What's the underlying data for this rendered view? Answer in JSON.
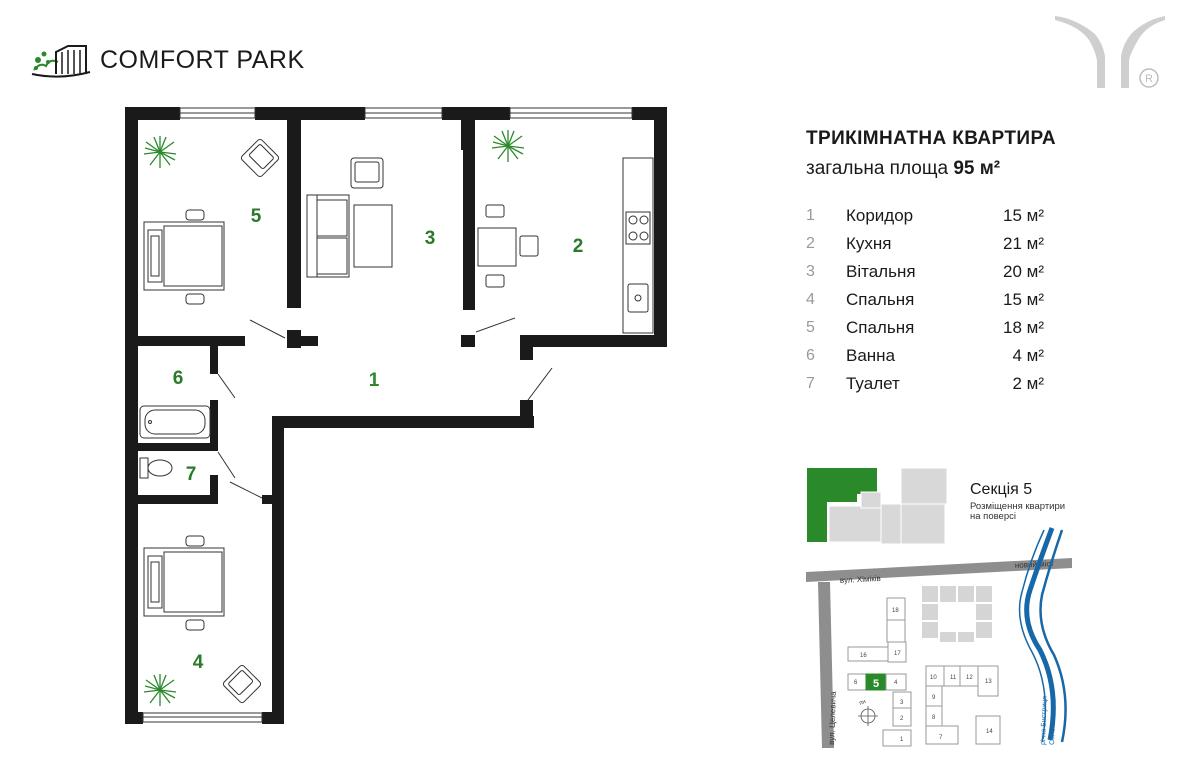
{
  "brand": {
    "name": "COMFORT PARK"
  },
  "apartment": {
    "title": "ТРИКІМНАТНА КВАРТИРА",
    "area_label": "загальна площа",
    "area_value": "95 м²"
  },
  "rooms": [
    {
      "num": "1",
      "name": "Коридор",
      "area": "15 м²"
    },
    {
      "num": "2",
      "name": "Кухня",
      "area": "21 м²"
    },
    {
      "num": "3",
      "name": "Вітальня",
      "area": "20 м²"
    },
    {
      "num": "4",
      "name": "Спальня",
      "area": "15 м²"
    },
    {
      "num": "5",
      "name": "Спальня",
      "area": "18 м²"
    },
    {
      "num": "6",
      "name": "Ванна",
      "area": "4 м²"
    },
    {
      "num": "7",
      "name": "Туалет",
      "area": "2 м²"
    }
  ],
  "plan_labels": {
    "r1": "1",
    "r2": "2",
    "r3": "3",
    "r4": "4",
    "r5": "5",
    "r6": "6",
    "r7": "7"
  },
  "section": {
    "title": "Секція 5",
    "subtitle_line1": "Розміщення квартири",
    "subtitle_line2": "на поверсі"
  },
  "site_map": {
    "street_top": "вул. Хіміків",
    "street_left": "вул. Целевича",
    "bridge": "новий міст",
    "river_line1": "річка Бистриця",
    "river_line2": "Солотвинська",
    "buildings": [
      "18",
      "16",
      "17",
      "6",
      "5",
      "4",
      "3",
      "2",
      "1",
      "10",
      "11",
      "12",
      "13",
      "9",
      "8",
      "7",
      "14"
    ],
    "highlight_building": "5",
    "compass": "пн"
  },
  "colors": {
    "accent_green": "#2a8a2a",
    "river_blue": "#1668a8",
    "wall": "#1a1a1a"
  }
}
